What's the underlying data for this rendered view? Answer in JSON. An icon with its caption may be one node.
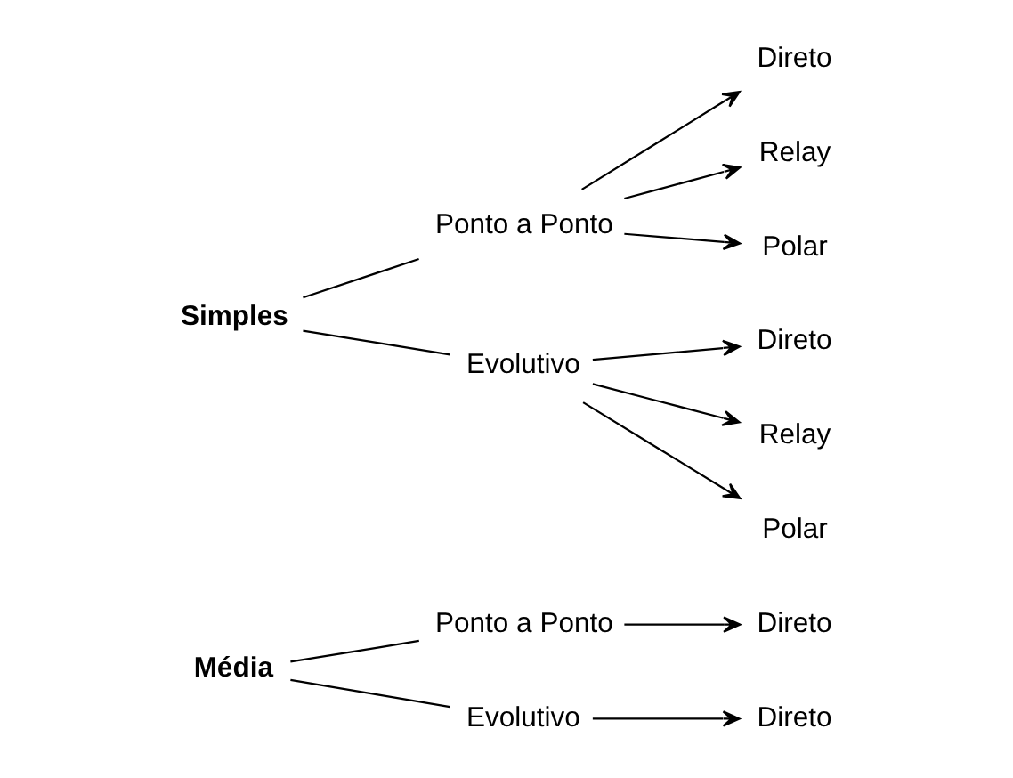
{
  "diagram": {
    "nodes": [
      {
        "text": [
          "Média"
        ]
      },
      {
        "text": [
          "Ponto a Ponto"
        ]
      },
      {
        "text": [
          "Evolutivo"
        ]
      },
      {
        "text": [
          "Direto"
        ]
      },
      {
        "text": [
          "Direto"
        ]
      },
      {
        "text": [
          "Simples"
        ]
      },
      {
        "text": [
          "Ponto a Ponto"
        ]
      },
      {
        "text": [
          "Evolutivo"
        ]
      },
      {
        "text": [
          "Direto"
        ]
      },
      {
        "text": [
          "Relay"
        ]
      },
      {
        "text": [
          "Polar"
        ]
      },
      {
        "text": [
          "Direto"
        ]
      },
      {
        "text": [
          "Relay"
        ]
      },
      {
        "text": [
          "Polar"
        ]
      }
    ],
    "edges": [
      {
        "from": 0,
        "to": 1,
        "arrow": "none"
      },
      {
        "from": 0,
        "to": 2,
        "arrow": "none"
      },
      {
        "from": 1,
        "to": 3,
        "arrow": "to"
      },
      {
        "from": 2,
        "to": 4,
        "arrow": "to"
      },
      {
        "from": 5,
        "to": 6,
        "arrow": "none"
      },
      {
        "from": 5,
        "to": 7,
        "arrow": "none"
      },
      {
        "from": 6,
        "to": 8,
        "arrow": "to"
      },
      {
        "from": 6,
        "to": 9,
        "arrow": "to"
      },
      {
        "from": 6,
        "to": 10,
        "arrow": "to"
      },
      {
        "from": 7,
        "to": 11,
        "arrow": "to"
      },
      {
        "from": 7,
        "to": 12,
        "arrow": "to"
      },
      {
        "from": 7,
        "to": 13,
        "arrow": "to"
      }
    ]
  }
}
